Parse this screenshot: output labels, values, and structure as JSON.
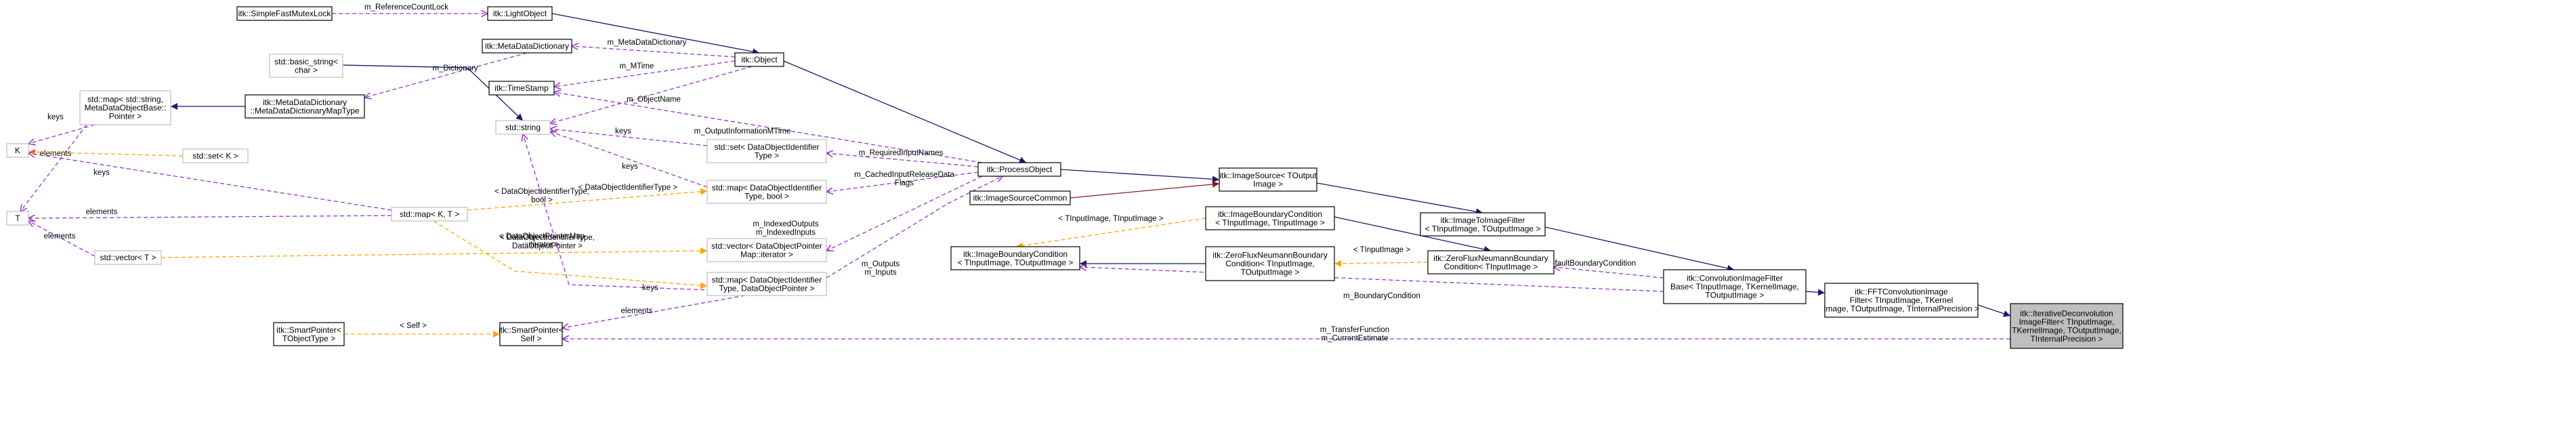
{
  "nodes": {
    "sfml": [
      "itk::SimpleFastMutexLock"
    ],
    "lobj": [
      "itk::LightObject"
    ],
    "obj": [
      "itk::Object"
    ],
    "mdd": [
      "itk::MetaDataDictionary"
    ],
    "bstr": [
      "std::basic_string<",
      "char >"
    ],
    "mddmap": [
      "itk::MetaDataDictionary",
      "::MetaDataDictionaryMapType"
    ],
    "tstamp": [
      "itk::TimeStamp"
    ],
    "stdstr": [
      "std::string"
    ],
    "stdmapmd": [
      "std::map< std::string,",
      "MetaDataObjectBase::",
      "Pointer >"
    ],
    "K": [
      "K"
    ],
    "setK": [
      "std::set< K >"
    ],
    "setDOI": [
      "std::set< DataObjectIdentifier",
      "Type >"
    ],
    "mapDOIbool": [
      "std::map< DataObjectIdentifier",
      "Type, bool >"
    ],
    "mapKT": [
      "std::map< K, T >"
    ],
    "T": [
      "T"
    ],
    "vecDOP": [
      "std::vector< DataObjectPointer",
      "Map::iterator >"
    ],
    "vecT": [
      "std::vector< T >"
    ],
    "mapDOIDOP": [
      "std::map< DataObjectIdentifier",
      "Type, DataObjectPointer >"
    ],
    "sp": [
      "itk::SmartPointer<",
      "Self >"
    ],
    "spOut": [
      "itk::SmartPointer<",
      "TObjectType >"
    ],
    "po": [
      "itk::ProcessObject"
    ],
    "isc": [
      "itk::ImageSourceCommon"
    ],
    "ibc": [
      "itk::ImageBoundaryCondition",
      "< TInputImage, TOutputImage >"
    ],
    "ibcII": [
      "itk::ImageBoundaryCondition",
      "< TInputImage, TInputImage >"
    ],
    "zfnbcTI": [
      "itk::ZeroFluxNeumannBoundary",
      "Condition< TInputImage,",
      "TOutputImage >"
    ],
    "imgsrc": [
      "itk::ImageSource< TOutput",
      "Image >"
    ],
    "zfnbc": [
      "itk::ZeroFluxNeumannBoundary",
      "Condition< TInputImage >"
    ],
    "itif": [
      "itk::ImageToImageFilter",
      "< TInputImage, TOutputImage >"
    ],
    "cifb": [
      "itk::ConvolutionImageFilter",
      "Base< TInputImage, TKernelImage,",
      "TOutputImage >"
    ],
    "fftcif": [
      "itk::FFTConvolutionImage",
      "Filter< TInputImage, TKernel",
      "Image, TOutputImage, TInternalPrecision >"
    ],
    "idif": [
      "itk::IterativeDeconvolution",
      "ImageFilter< TInputImage,",
      "TKernelImage, TOutputImage,",
      "TInternalPrecision >"
    ]
  },
  "edges": {
    "sfml_lobj": [
      "m_ReferenceCountLock"
    ],
    "mdd_obj": [
      "m_MetaDataDictionary"
    ],
    "tstamp_obj": [
      "m_MTime"
    ],
    "bstr_mddmap": [
      "m_Dictionary"
    ],
    "stdstr_obj": [
      "m_ObjectName"
    ],
    "stdmapmd_K": [
      "keys"
    ],
    "stdmapmd_T": [
      "elements"
    ],
    "tstamp_po": [
      "m_OutputInformationMTime"
    ],
    "stdstr_setDOI": [
      "keys"
    ],
    "setDOI_po": [
      "m_RequiredInputNames"
    ],
    "stdstr_mapDOIbool": [
      "keys"
    ],
    "mapDOIbool_po": [
      "m_CachedInputReleaseData",
      "Flags"
    ],
    "setK_K": [
      "< DataObjectIdentifierType >"
    ],
    "mapKT_K": [
      "keys"
    ],
    "mapKT_T": [
      "elements"
    ],
    "mapKT_mapDOIbool": [
      "< DataObjectIdentifierType,",
      "bool >"
    ],
    "vecT_T": [
      "elements"
    ],
    "vecDOP_po": [
      "m_IndexedOutputs",
      "m_IndexedInputs"
    ],
    "vecT_vecDOP": [
      "< DataObjectPointerMap",
      "::iterator >"
    ],
    "mapKT_mapDOIDOP": [
      "< DataObjectIdentifierType,",
      "DataObjectPointer >"
    ],
    "stdstr_mapDOIDOP": [
      "keys"
    ],
    "mapDOIDOP_po": [
      "m_Outputs",
      "m_Inputs"
    ],
    "mapDOIDOP_sp": [
      "elements"
    ],
    "spOut_sp": [
      "< Self >"
    ],
    "ibcII_ibc": [
      "< TInputImage, TInputImage >"
    ],
    "zfnbc_zfnbcTI": [
      "< TInputImage >"
    ],
    "ibc_cifb": [
      "m_BoundaryCondition"
    ],
    "zfnbc_cifb": [
      "m_DefaultBoundaryCondition"
    ],
    "sp_idif": [
      "m_TransferFunction",
      "m_CurrentEstimate"
    ]
  },
  "colors": {
    "inheritance": "#191970",
    "private_inheritance": "#8b1a1a",
    "usage": "#9a32cd",
    "template": "#ffa500",
    "focus_fill": "#bfbfbf"
  }
}
